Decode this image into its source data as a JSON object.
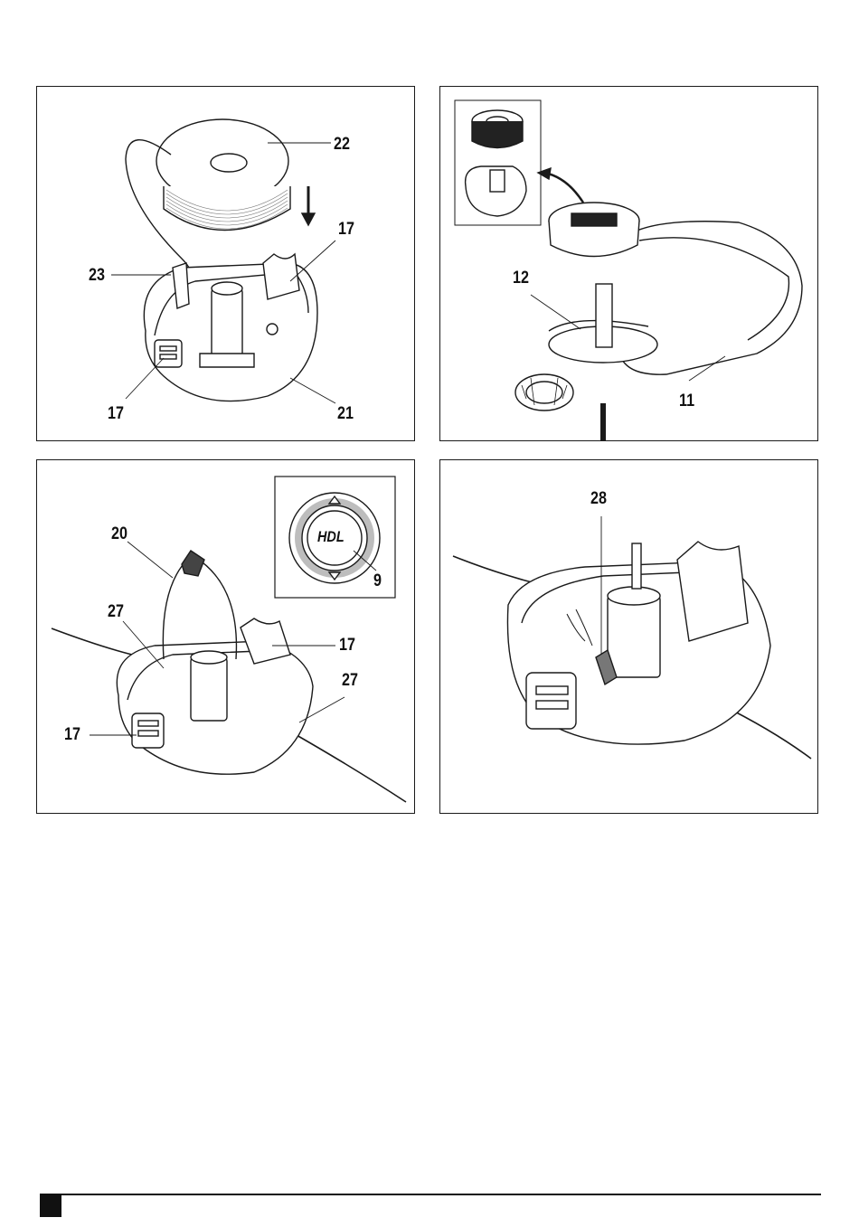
{
  "figures": [
    {
      "id": "fig-a",
      "labels": {
        "spool": "22",
        "tab_right": "17",
        "eyelet": "23",
        "tab_left": "17",
        "cover": "21"
      }
    },
    {
      "id": "fig-b",
      "labels": {
        "spool_housing": "12",
        "guard": "11"
      }
    },
    {
      "id": "fig-c",
      "labels": {
        "line": "20",
        "notch_left": "27",
        "tab_right": "17",
        "notch_right": "27",
        "tab_left": "17",
        "button": "9"
      },
      "button_logo": "HDL"
    },
    {
      "id": "fig-d",
      "labels": {
        "slot": "28"
      }
    }
  ],
  "colors": {
    "line": "#1a1a1a",
    "panel_border": "#1a1a1a",
    "fill": "#ffffff",
    "shade": "#bdbdbd"
  }
}
